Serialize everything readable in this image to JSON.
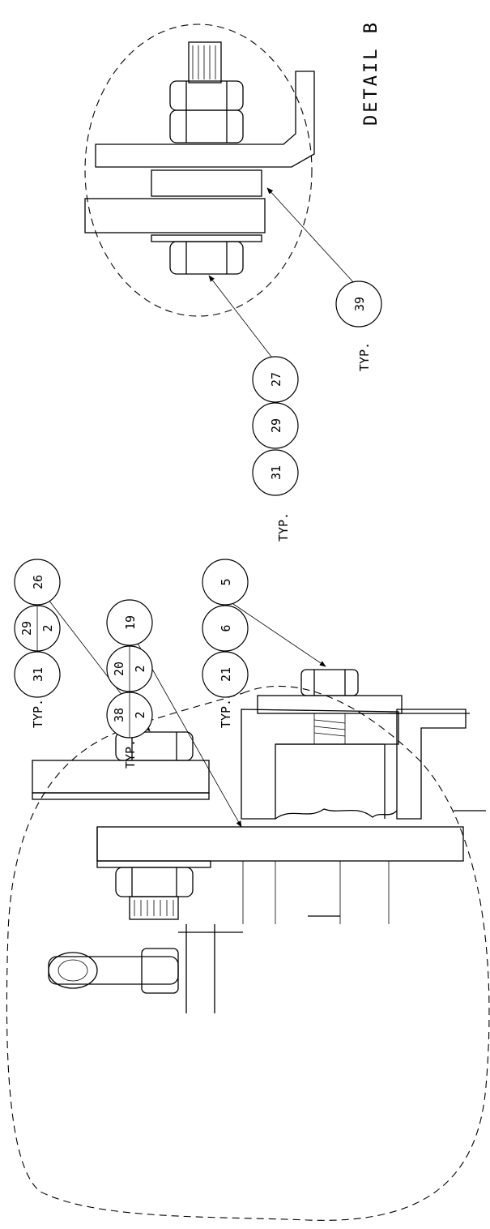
{
  "title": "DETAIL B",
  "typ_label": "TYP.",
  "callouts": {
    "top_group": [
      {
        "id": "b27",
        "text": "27"
      },
      {
        "id": "b29a",
        "text": "29"
      },
      {
        "id": "b31a",
        "text": "31"
      },
      {
        "id": "b39",
        "text": "39"
      }
    ],
    "group_26": [
      {
        "id": "b26",
        "text": "26"
      },
      {
        "id": "b29b",
        "text": "29"
      },
      {
        "id": "b29q",
        "text": "2"
      },
      {
        "id": "b31b",
        "text": "31"
      }
    ],
    "group_19": [
      {
        "id": "b19",
        "text": "19"
      },
      {
        "id": "b20",
        "text": "20"
      },
      {
        "id": "b20q",
        "text": "2"
      },
      {
        "id": "b38",
        "text": "38"
      },
      {
        "id": "b38q",
        "text": "2"
      }
    ],
    "group_5": [
      {
        "id": "b5",
        "text": "5"
      },
      {
        "id": "b6",
        "text": "6"
      },
      {
        "id": "b21",
        "text": "21"
      }
    ]
  },
  "colors": {
    "line": "#000000",
    "background": "#ffffff"
  }
}
